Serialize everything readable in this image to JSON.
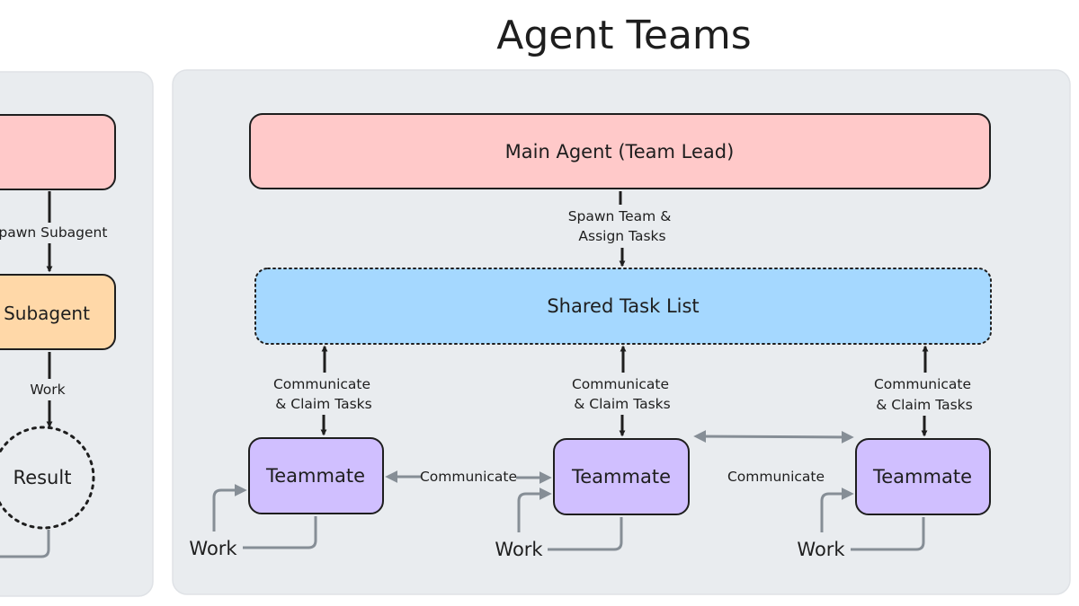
{
  "title": "Agent Teams",
  "colors": {
    "panel_fill": "#e9ecef",
    "panel_stroke": "#dfe2e6",
    "lead_fill": "#ffc9c9",
    "subagent_fill": "#ffd8a8",
    "task_list_fill": "#a5d8ff",
    "teammate_fill": "#d0bfff",
    "stroke_dark": "#1e1e1e",
    "stroke_grey": "#868e96",
    "text": "#1e1e1e"
  },
  "left_panel": {
    "spawn_label": "Spawn Subagent",
    "subagent_label": "Subagent",
    "work_label": "Work",
    "result_label": "Result"
  },
  "right_panel": {
    "main_agent_label": "Main Agent (Team Lead)",
    "spawn_team_label": [
      "Spawn Team &",
      "Assign Tasks"
    ],
    "task_list_label": "Shared Task List",
    "claim_label": [
      "Communicate",
      "& Claim Tasks"
    ],
    "teammate_label": "Teammate",
    "communicate_label": "Communicate",
    "work_label": "Work"
  }
}
